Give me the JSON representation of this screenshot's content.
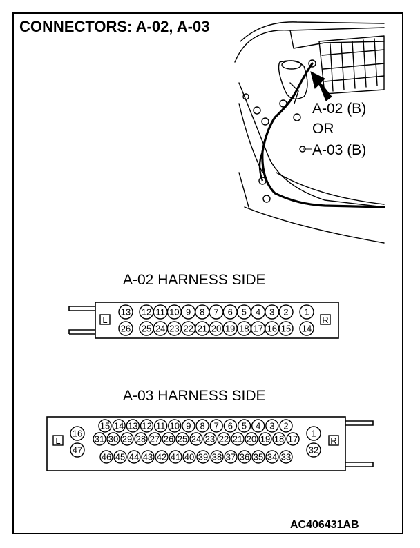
{
  "title": "CONNECTORS: A-02, A-03",
  "callouts": {
    "a02": "A-02 (B)",
    "or": "OR",
    "a03": "A-03 (B)"
  },
  "connectors": {
    "a02": {
      "label": "A-02 HARNESS SIDE",
      "left_marker": "L",
      "right_marker": "R",
      "rows": [
        [
          "13",
          "12",
          "11",
          "10",
          "9",
          "8",
          "7",
          "6",
          "5",
          "4",
          "3",
          "2",
          "1"
        ],
        [
          "26",
          "25",
          "24",
          "23",
          "22",
          "21",
          "20",
          "19",
          "18",
          "17",
          "16",
          "15",
          "14"
        ]
      ]
    },
    "a03": {
      "label": "A-03 HARNESS SIDE",
      "left_marker": "L",
      "right_marker": "R",
      "rows": [
        [
          "16",
          "15",
          "14",
          "13",
          "12",
          "11",
          "10",
          "9",
          "8",
          "7",
          "6",
          "5",
          "4",
          "3",
          "2",
          "1"
        ],
        [
          "31",
          "30",
          "29",
          "28",
          "27",
          "26",
          "25",
          "24",
          "23",
          "22",
          "21",
          "20",
          "19",
          "18",
          "17"
        ],
        [
          "47",
          "46",
          "45",
          "44",
          "43",
          "42",
          "41",
          "40",
          "39",
          "38",
          "37",
          "36",
          "35",
          "34",
          "33",
          "32"
        ]
      ]
    }
  },
  "reference_code": "AC406431AB"
}
